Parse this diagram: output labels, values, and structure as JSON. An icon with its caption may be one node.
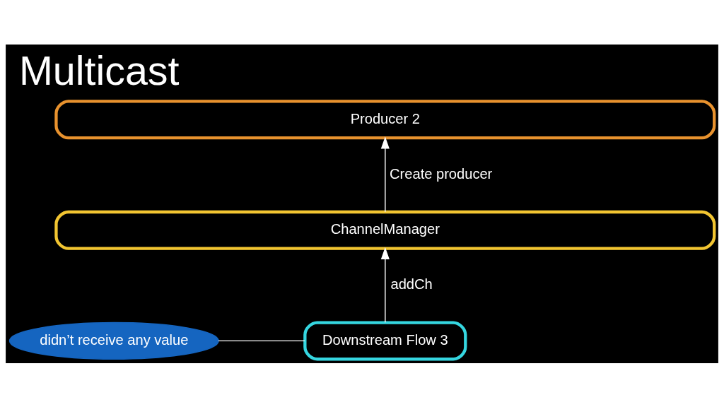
{
  "diagram": {
    "title": "Multicast",
    "nodes": [
      {
        "text": [
          "Producer 2"
        ]
      },
      {
        "text": [
          "ChannelManager"
        ]
      },
      {
        "text": [
          "Downstream Flow 3"
        ]
      },
      {
        "text": [
          "didn’t receive any value"
        ]
      }
    ],
    "edges": [
      {
        "from": 1,
        "to": 0,
        "arrow": "to",
        "label": "Create producer"
      },
      {
        "from": 2,
        "to": 1,
        "arrow": "to",
        "label": "addCh"
      },
      {
        "from": 3,
        "to": 2,
        "arrow": "none"
      }
    ]
  }
}
